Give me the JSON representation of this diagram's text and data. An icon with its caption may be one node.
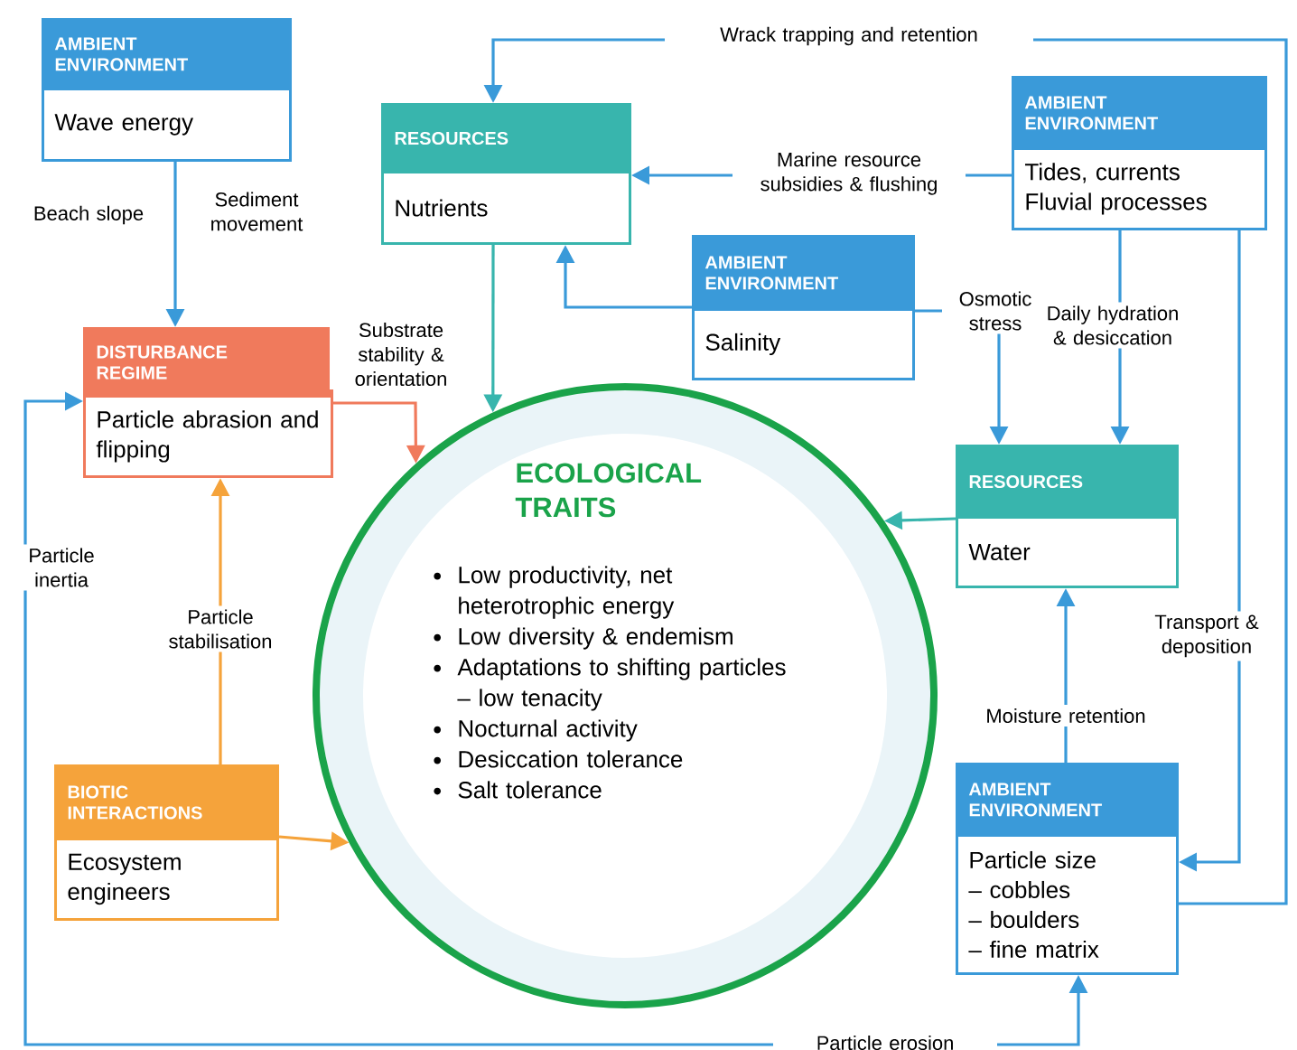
{
  "diagram": {
    "nodes": [
      {
        "text": [
          "AMBIENT ENVIRONMENT",
          "Wave energy"
        ]
      },
      {
        "text": [
          "RESOURCES",
          "Nutrients"
        ]
      },
      {
        "text": [
          "AMBIENT ENVIRONMENT",
          "Tides, currents",
          "Fluvial processes"
        ]
      },
      {
        "text": [
          "AMBIENT ENVIRONMENT",
          "Salinity"
        ]
      },
      {
        "text": [
          "DISTURBANCE REGIME",
          "Particle abrasion and flipping"
        ]
      },
      {
        "text": [
          "ECOLOGICAL TRAITS",
          "Low productivity, net heterotrophic energy",
          "Low diversity & endemism",
          "Adaptations to shifting particles – low tenacity",
          "Nocturnal activity",
          "Desiccation tolerance",
          "Salt tolerance"
        ]
      },
      {
        "text": [
          "RESOURCES",
          "Water"
        ]
      },
      {
        "text": [
          "BIOTIC INTERACTIONS",
          "Ecosystem engineers"
        ]
      },
      {
        "text": [
          "AMBIENT ENVIRONMENT",
          "Particle size",
          "– cobbles",
          "– boulders",
          "– fine matrix"
        ]
      }
    ],
    "edges": [
      {
        "from": 0,
        "to": 4,
        "arrow": "to",
        "label": "Sediment movement"
      },
      {
        "from": 2,
        "to": 1,
        "arrow": "to",
        "label": "Marine resource subsidies & flushing"
      },
      {
        "from": 3,
        "to": 1,
        "arrow": "to"
      },
      {
        "from": 3,
        "to": 6,
        "arrow": "to",
        "label": "Osmotic stress"
      },
      {
        "from": 2,
        "to": 6,
        "arrow": "to",
        "label": "Daily hydration & desiccation"
      },
      {
        "from": 8,
        "to": 1,
        "arrow": "to",
        "label": "Wrack trapping and retention"
      },
      {
        "from": 2,
        "to": 8,
        "arrow": "to",
        "label": "Transport & deposition"
      },
      {
        "from": 8,
        "to": 6,
        "arrow": "to",
        "label": "Moisture retention"
      },
      {
        "from": 1,
        "to": 5,
        "arrow": "to",
        "color": "#38b5ad"
      },
      {
        "from": 4,
        "to": 5,
        "arrow": "to",
        "label": "Substrate stability & orientation",
        "color": "#f07a5c"
      },
      {
        "from": 6,
        "to": 5,
        "arrow": "to",
        "color": "#38b5ad"
      },
      {
        "from": 7,
        "to": 4,
        "arrow": "to",
        "label": "Particle stabilisation",
        "color": "#f5a33b"
      },
      {
        "from": 7,
        "to": 5,
        "arrow": "to",
        "color": "#f5a33b"
      },
      {
        "from": 8,
        "to": 4,
        "arrow": "both",
        "label": "Particle erosion"
      }
    ],
    "labels": [
      "Beach slope",
      "Particle inertia"
    ]
  }
}
